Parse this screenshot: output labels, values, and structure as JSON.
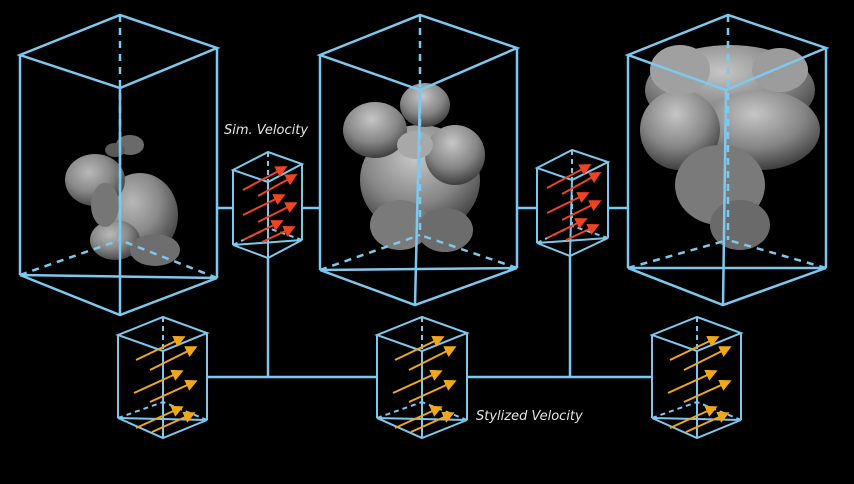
{
  "labels": {
    "sim_velocity": "Sim. Velocity",
    "stylized_velocity": "Stylized Velocity"
  },
  "colors": {
    "background": "#000000",
    "frame": "#7ec8ee",
    "sim_arrow": "#ee4422",
    "stylized_arrow": "#f0a818",
    "smoke": "#9a9a9a"
  },
  "diagram": {
    "smoke_frames": [
      "smoke-frame-1",
      "smoke-frame-2",
      "smoke-frame-3"
    ],
    "sim_velocity_fields": [
      "sim-velocity-field-1",
      "sim-velocity-field-2"
    ],
    "stylized_velocity_fields": [
      "stylized-velocity-field-1",
      "stylized-velocity-field-2",
      "stylized-velocity-field-3"
    ]
  }
}
